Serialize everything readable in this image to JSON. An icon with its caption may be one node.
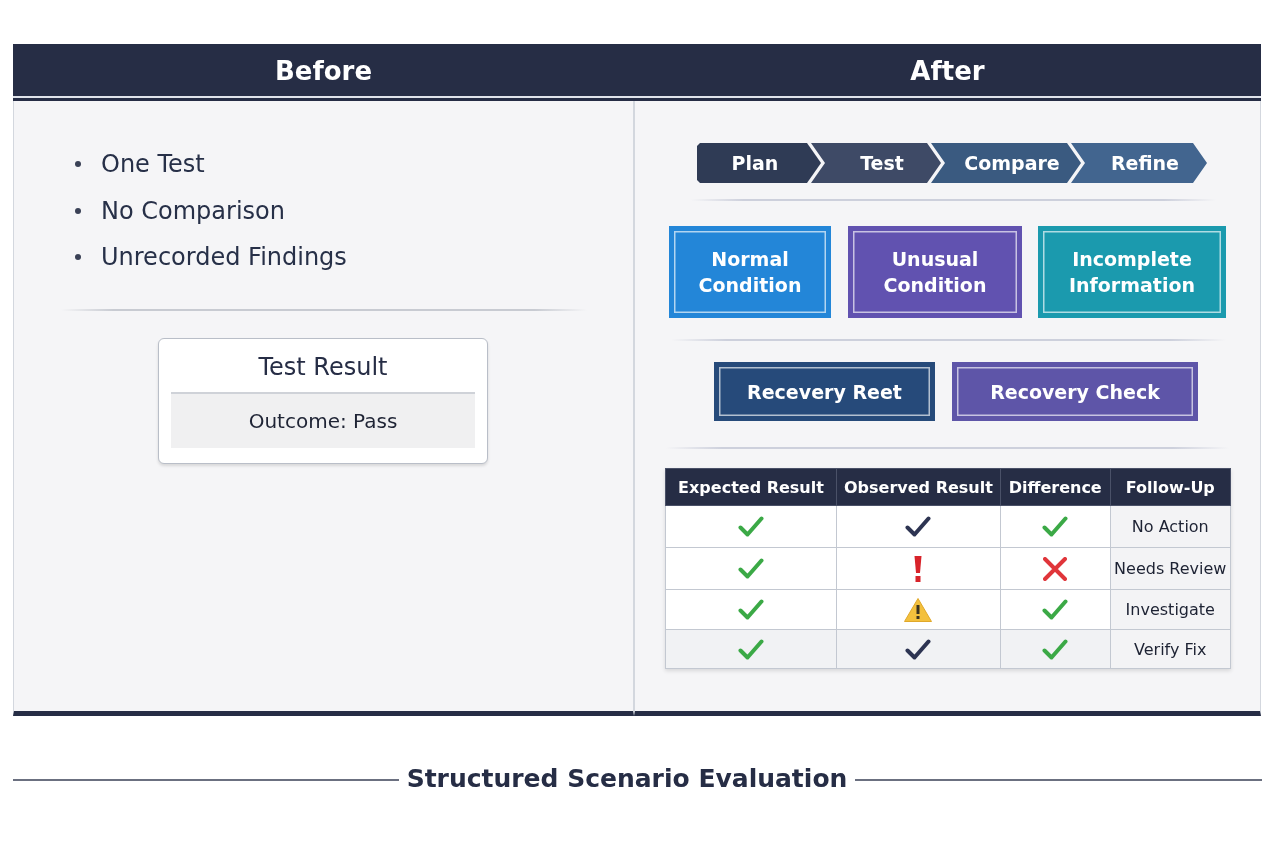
{
  "diagram": {
    "caption": "Structured Scenario Evaluation",
    "nodes": [
      {
        "text": [
          "Before"
        ]
      },
      {
        "text": [
          "Test Result"
        ],
        "in": 0
      },
      {
        "text": [
          "Outcome: Pass"
        ],
        "in": 1
      },
      {
        "text": [
          "After"
        ]
      },
      {
        "text": [
          "Plan"
        ],
        "in": 3
      },
      {
        "text": [
          "Test"
        ],
        "in": 3
      },
      {
        "text": [
          "Compare"
        ],
        "in": 3
      },
      {
        "text": [
          "Refine"
        ],
        "in": 3
      },
      {
        "text": [
          "Normal Condition"
        ],
        "in": 3
      },
      {
        "text": [
          "Unusual Condition"
        ],
        "in": 3
      },
      {
        "text": [
          "Incomplete Information"
        ],
        "in": 3
      },
      {
        "text": [
          "Recevery Reet"
        ],
        "in": 3
      },
      {
        "text": [
          "Recovery Check"
        ],
        "in": 3
      }
    ],
    "labels": [
      "One Test",
      "No Comparison",
      "Unrecorded Findings",
      "Expected Result",
      "Observed Result",
      "Difference",
      "Follow-Up",
      "No Action",
      "Needs Review",
      "Investigate",
      "Verify Fix"
    ]
  }
}
